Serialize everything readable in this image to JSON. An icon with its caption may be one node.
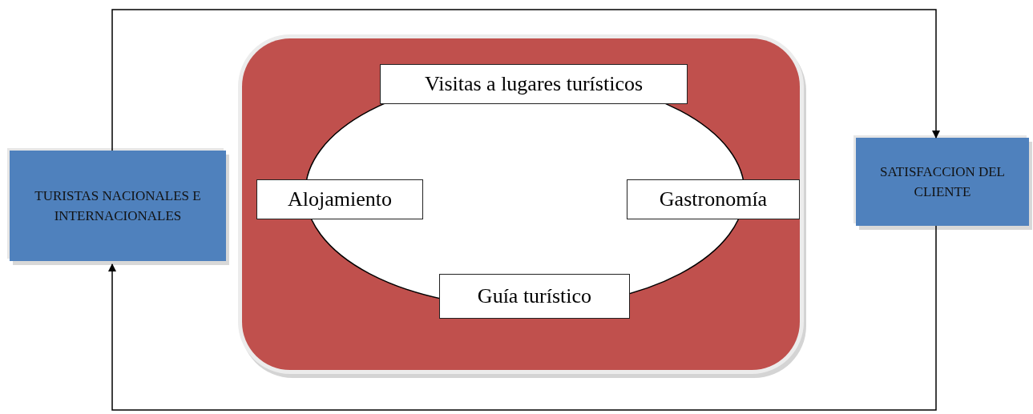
{
  "diagram": {
    "nodes": [
      {
        "text": [
          "TURISTAS NACIONALES E INTERNACIONALES"
        ]
      },
      {
        "text": [],
        "shape": "box"
      },
      {
        "text": [],
        "shape": "circle",
        "in": 1
      },
      {
        "text": [
          "Visitas a lugares turísticos"
        ],
        "in": 1
      },
      {
        "text": [
          "Alojamiento"
        ],
        "in": 1
      },
      {
        "text": [
          "Gastronomía"
        ],
        "in": 1
      },
      {
        "text": [
          "Guía turístico"
        ],
        "in": 1
      },
      {
        "text": [
          "SATISFACCION DEL CLIENTE"
        ]
      }
    ],
    "edges": [
      {
        "from": 0,
        "to": 7,
        "arrow": "to"
      },
      {
        "from": 7,
        "to": 0,
        "arrow": "to"
      }
    ]
  }
}
